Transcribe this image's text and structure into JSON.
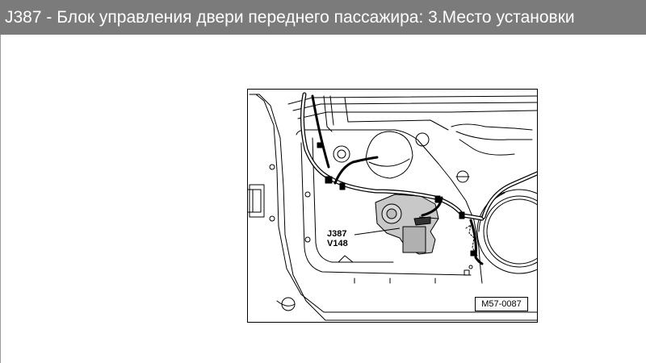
{
  "header": {
    "title": "J387 - Блок управления двери переднего пассажира: 3.Место установки"
  },
  "figure": {
    "callouts": [
      "J387",
      "V148"
    ],
    "figure_id": "M57-0087"
  }
}
